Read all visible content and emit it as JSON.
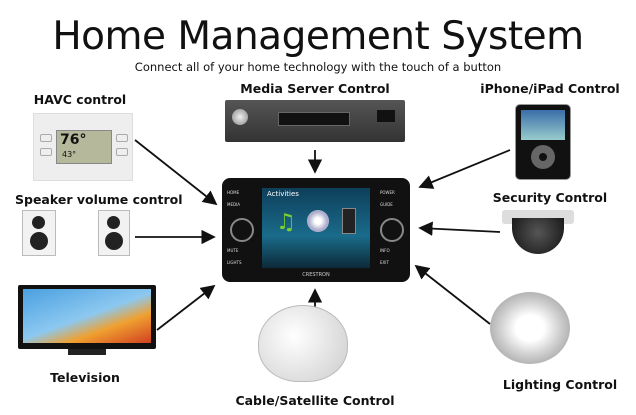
{
  "title": "Home Management System",
  "subtitle": "Connect all of your home technology with the touch of a button",
  "devices": {
    "havc": {
      "label": "HAVC control",
      "temp": "76°",
      "set": "43°"
    },
    "speaker": {
      "label": "Speaker volume control"
    },
    "tv": {
      "label": "Television"
    },
    "media": {
      "label": "Media Server Control"
    },
    "iphone": {
      "label": "iPhone/iPad Control"
    },
    "security": {
      "label": "Security Control"
    },
    "lighting": {
      "label": "Lighting Control"
    },
    "satellite": {
      "label": "Cable/Satellite Control"
    }
  },
  "remote": {
    "screen_title": "Activities",
    "brand": "CRESTRON",
    "left_buttons": [
      "HOME",
      "MEDIA",
      "MUTE",
      "LIGHTS"
    ],
    "right_buttons": [
      "POWER",
      "GUIDE",
      "INFO",
      "EXIT"
    ]
  },
  "colors": {
    "arrow": "#111111",
    "screen": "#1a6b8a"
  }
}
